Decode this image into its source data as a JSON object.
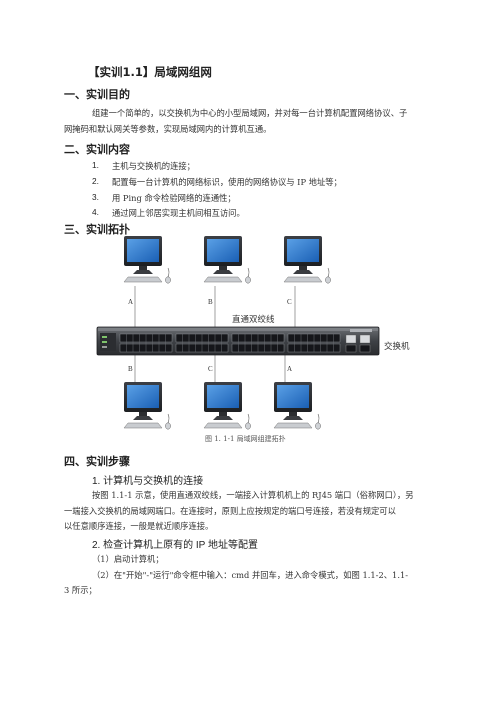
{
  "doc": {
    "title": "【实训1.1】局域网组网",
    "sec1": {
      "heading": "一、实训目的",
      "line1": "组建一个简单的，以交换机为中心的小型局域网，并对每一台计算机配置网络协议、子",
      "line2": "网掩码和默认网关等参数，实现局域网内的计算机互通。"
    },
    "sec2": {
      "heading": "二、实训内容",
      "items": [
        {
          "num": "1.",
          "text": "主机与交换机的连接；"
        },
        {
          "num": "2.",
          "text": "配置每一台计算机的网络标识，使用的网络协议与 IP 地址等；"
        },
        {
          "num": "3.",
          "text": "用 Ping 命令检验网络的连通性；"
        },
        {
          "num": "4.",
          "text": "通过网上邻居实现主机间相互访问。"
        }
      ]
    },
    "sec3": {
      "heading": "三、实训拓扑",
      "top_labels": [
        "A",
        "B",
        "C"
      ],
      "bottom_labels": [
        "B",
        "C",
        "A"
      ],
      "cable_label": "直通双绞线",
      "switch_label": "交换机",
      "caption": "图 1. 1-1  局域网组建拓扑"
    },
    "sec4": {
      "heading": "四、实训步骤",
      "step1_title": "1. 计算机与交换机的连接",
      "step1_line1": "按图 1.1-1 示意，使用直通双绞线，一端接入计算机机上的 RJ45 端口（俗称网口），另",
      "step1_line2": "一端接入交换机的局域网端口。在连接时，原则上应按规定的端口号连接，若没有规定可以",
      "step1_line3": "以任意顺序连接，一般是就近顺序连接。",
      "step2_title": "2. 检查计算机上原有的 IP 地址等配置",
      "step2_sub1": "（1）启动计算机；",
      "step2_sub2": "（2）在\"开始\"-\"运行\"命令框中输入：cmd 并回车，进入命令模式，如图 1.1-2、1.1-",
      "step2_sub3": "3 所示；"
    }
  }
}
